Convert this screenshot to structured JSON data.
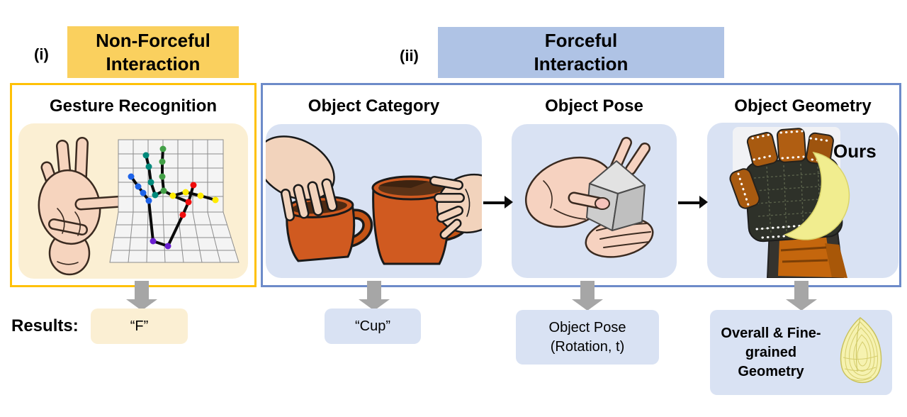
{
  "headers": {
    "non_forceful": {
      "index": "(i)",
      "line1": "Non-Forceful",
      "line2": "Interaction"
    },
    "forceful": {
      "index": "(ii)",
      "line1": "Forceful",
      "line2": "Interaction"
    }
  },
  "panels": {
    "gesture": {
      "title": "Gesture Recognition"
    },
    "object_category": {
      "title": "Object Category"
    },
    "object_pose": {
      "title": "Object Pose"
    },
    "object_geometry": {
      "title": "Object Geometry",
      "badge": "Ours"
    }
  },
  "results": {
    "label": "Results:",
    "gesture": "“F”",
    "object_category": "“Cup”",
    "object_pose": {
      "line1": "Object Pose",
      "line2": "(Rotation, t)"
    },
    "object_geometry": {
      "line1": "Overall & Fine-",
      "line2": "grained",
      "line3": "Geometry"
    }
  },
  "illustrations": {
    "gesture_hand": "hand-f-gesture-illustration",
    "hand_skeleton": "3d-hand-skeleton-plot",
    "cups": "hands-holding-cups-illustration",
    "cube_hand": "hand-holding-cube-illustration",
    "tactile_glove": "tactile-glove-holding-sponge-photo",
    "shell_mesh": "reconstructed-geometry-mesh"
  },
  "colors": {
    "yellow_header_bg": "#FAD05E",
    "yellow_panel_border": "#FFC107",
    "yellow_light_bg": "#FBEFD3",
    "blue_header_bg": "#AFC3E5",
    "blue_panel_border": "#6D8BC9",
    "blue_light_bg": "#D9E2F3",
    "arrow_gray": "#A6A6A6",
    "arrow_black": "#0A0A0A"
  }
}
